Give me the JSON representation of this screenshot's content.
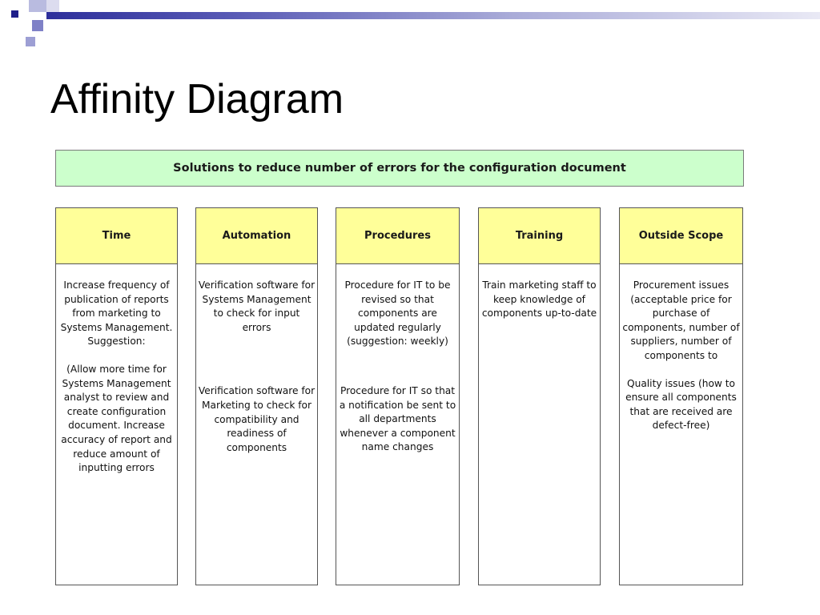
{
  "slide": {
    "title": "Affinity Diagram"
  },
  "diagram": {
    "header": "Solutions to reduce number of errors for the configuration document",
    "columns": [
      {
        "heading": "Time",
        "paragraphs": [
          "Increase frequency of publication of reports from marketing to Systems Management. Suggestion:",
          "(Allow more time for Systems Management analyst to review and create configuration document. Increase accuracy of report and reduce amount of inputting errors"
        ]
      },
      {
        "heading": "Automation",
        "paragraphs": [
          "Verification software for Systems Management to check for input errors",
          "Verification software for Marketing to check for compatibility and readiness of components"
        ]
      },
      {
        "heading": "Procedures",
        "paragraphs": [
          "Procedure for IT to be revised so that components are updated regularly (suggestion: weekly)",
          "Procedure for IT so that a notification be sent to all departments whenever a component name changes"
        ]
      },
      {
        "heading": "Training",
        "paragraphs": [
          "Train marketing staff to keep knowledge of components up-to-date"
        ]
      },
      {
        "heading": "Outside Scope",
        "paragraphs": [
          "Procurement issues (acceptable price for purchase of components, number of suppliers, number of components to",
          "Quality issues (how to ensure all components that are received are defect-free)"
        ]
      }
    ]
  },
  "colors": {
    "header_fill": "#ccffcc",
    "column_heading_fill": "#ffff99",
    "accent": "#2d2f9b"
  }
}
